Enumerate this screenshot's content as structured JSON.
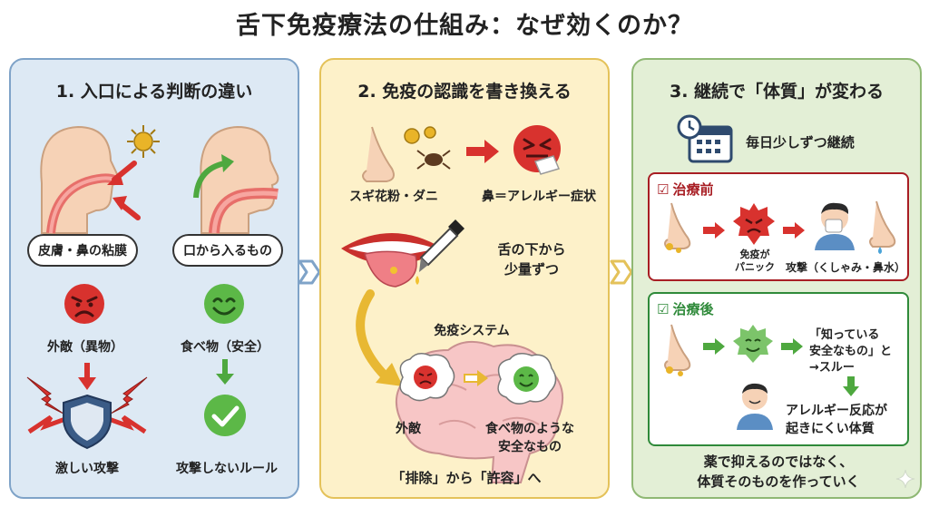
{
  "title": "舌下免疫療法の仕組み：なぜ効くのか？",
  "panel1": {
    "heading": "1. 入口による判断の違い",
    "label_skin": "皮膚・鼻の粘膜",
    "label_mouth": "口から入るもの",
    "label_enemy": "外敵（異物）",
    "label_food": "食べ物（安全）",
    "label_attack": "激しい攻撃",
    "label_noattack": "攻撃しないルール"
  },
  "panel2": {
    "heading": "2. 免疫の認識を書き換える",
    "label_pollen": "スギ花粉・ダニ",
    "label_symptom": "鼻＝アレルギー症状",
    "label_tongue_1": "舌の下から",
    "label_tongue_2": "少量ずつ",
    "label_system": "免疫システム",
    "label_enemy": "外敵",
    "label_food_1": "食べ物のような",
    "label_food_2": "安全なもの",
    "label_bottom": "「排除」から「許容」へ"
  },
  "panel3": {
    "heading": "3. 継続で「体質」が変わる",
    "label_daily": "毎日少しずつ継続",
    "before_head": "治療前",
    "label_panic_1": "免疫が",
    "label_panic_2": "パニック",
    "label_attack": "攻撃（くしゃみ・鼻水）",
    "after_head": "治療後",
    "label_known_1": "「知っている",
    "label_known_2": "安全なもの」と",
    "label_known_3": "→スルー",
    "label_result_1": "アレルギー反応が",
    "label_result_2": "起きにくい体質",
    "footer_1": "薬で抑えるのではなく、",
    "footer_2": "体質そのものを作っていく"
  },
  "colors": {
    "panel1_bg": "#dde9f4",
    "panel2_bg": "#fdf1c9",
    "panel3_bg": "#e3efd6",
    "red": "#d8322e",
    "green": "#4ea83f",
    "yellow": "#e8b833"
  }
}
